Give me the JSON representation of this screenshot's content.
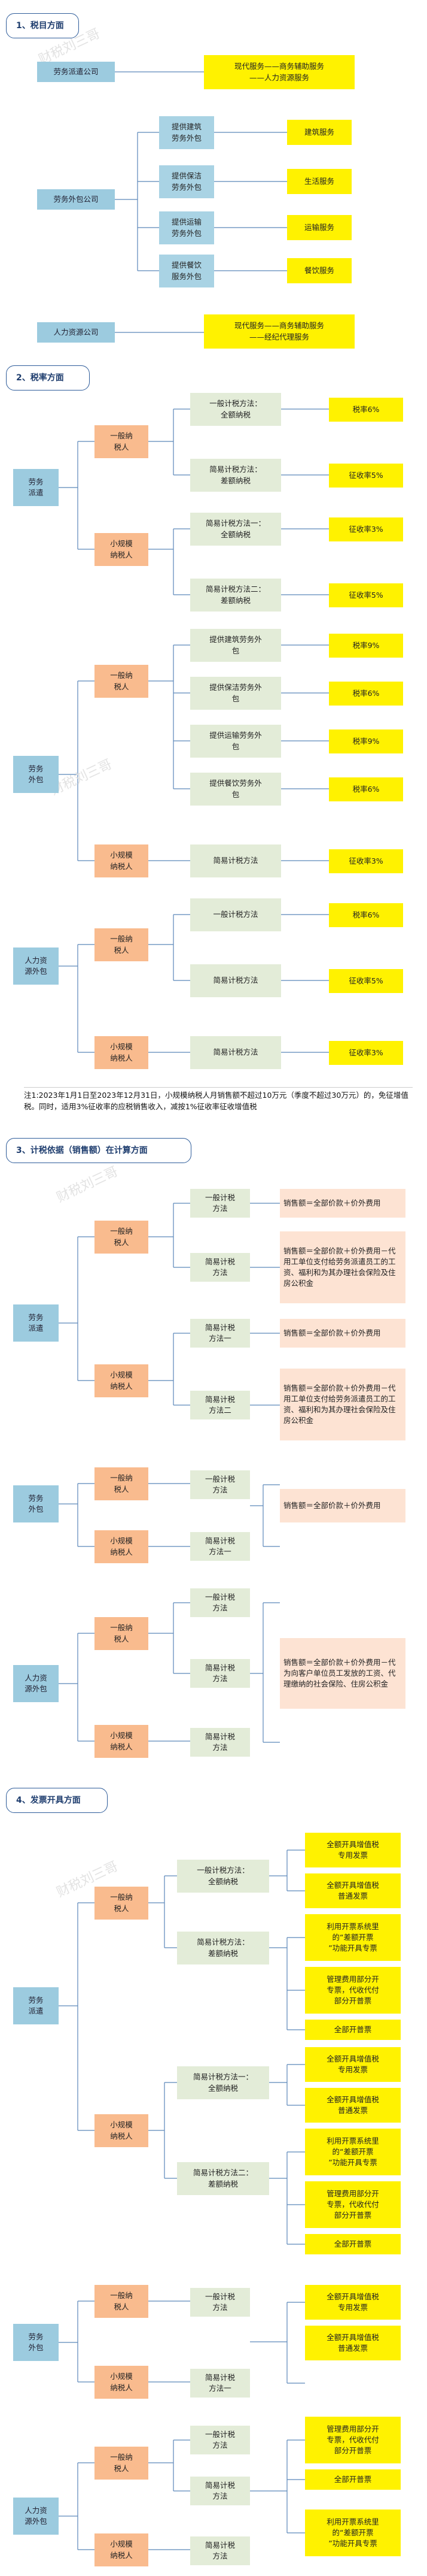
{
  "sections": {
    "s1": "1、税目方面",
    "s2": "2、税率方面",
    "s3": "3、计税依据（销售额）在计算方面",
    "s4": "4、发票开具方面"
  },
  "s1": {
    "a": "劳务派遣公司",
    "a1": "现代服务——商务辅助服务\n——人力资源服务",
    "b": "劳务外包公司",
    "b_items": [
      "提供建筑\n劳务外包",
      "提供保洁\n劳务外包",
      "提供运输\n劳务外包",
      "提供餐饮\n服务外包"
    ],
    "b_results": [
      "建筑服务",
      "生活服务",
      "运输服务",
      "餐饮服务"
    ],
    "c": "人力资源公司",
    "c1": "现代服务——商务辅助服务\n——经纪代理服务"
  },
  "s2": {
    "pq": "劳务\n派遣",
    "pq_g": "一般纳\n税人",
    "pq_x": "小规模\n纳税人",
    "pq_g1": "一般计税方法：\n全额纳税",
    "pq_g1r": "税率6%",
    "pq_g2": "简易计税方法：\n差额纳税",
    "pq_g2r": "征收率5%",
    "pq_x1": "简易计税方法一：\n全额纳税",
    "pq_x1r": "征收率3%",
    "pq_x2": "简易计税方法二：\n差额纳税",
    "pq_x2r": "征收率5%",
    "wb": "劳务\n外包",
    "wb_g": "一般纳\n税人",
    "wb_x": "小规模\n纳税人",
    "wb_items": [
      "提供建筑劳务外\n包",
      "提供保洁劳务外\n包",
      "提供运输劳务外\n包",
      "提供餐饮劳务外\n包"
    ],
    "wb_rates": [
      "税率9%",
      "税率6%",
      "税率9%",
      "税率6%"
    ],
    "wb_x1": "简易计税方法",
    "wb_x1r": "征收率3%",
    "hr": "人力资\n源外包",
    "hr_g": "一般纳\n税人",
    "hr_x": "小规模\n纳税人",
    "hr_g1": "一般计税方法",
    "hr_g1r": "税率6%",
    "hr_g2": "简易计税方法",
    "hr_g2r": "征收率5%",
    "hr_x1": "简易计税方法",
    "hr_x1r": "征收率3%",
    "note": "注1:2023年1月1日至2023年12月31日，小规模纳税人月销售额不超过10万元（季度不超过30万元）的，免征增值税。同时，适用3%征收率的应税销售收入，减按1%征收率征收增值税"
  },
  "s3": {
    "pq": "劳务\n派遣",
    "pq_g": "一般纳\n税人",
    "pq_x": "小规模\n纳税人",
    "pq_g1": "一般计税\n方法",
    "pq_g1r": "销售额＝全部价款＋价外费用",
    "pq_g2": "简易计税\n方法",
    "pq_g2r": "销售额＝全部价款＋价外费用－代用工单位支付给劳务派遣员工的工资、福利和为其办理社会保险及住房公积金",
    "pq_x1": "简易计税\n方法一",
    "pq_x1r": "销售额＝全部价款＋价外费用",
    "pq_x2": "简易计税\n方法二",
    "pq_x2r": "销售额＝全部价款＋价外费用－代用工单位支付给劳务派遣员工的工资、福利和为其办理社会保险及住房公积金",
    "wb": "劳务\n外包",
    "wb_g": "一般纳\n税人",
    "wb_x": "小规模\n纳税人",
    "wb_g1": "一般计税\n方法",
    "wb_x1": "简易计税\n方法一",
    "wb_r": "销售额＝全部价款＋价外费用",
    "hr": "人力资\n源外包",
    "hr_g": "一般纳\n税人",
    "hr_x": "小规模\n纳税人",
    "hr_g1": "一般计税\n方法",
    "hr_g2": "简易计税\n方法",
    "hr_x1": "简易计税\n方法",
    "hr_r": "销售额＝全部价款＋价外费用－代为向客户单位员工发放的工资、代理缴纳的社会保险、住房公积金"
  },
  "s4": {
    "pq": "劳务\n派遣",
    "pq_g": "一般纳\n税人",
    "pq_x": "小规模\n纳税人",
    "pq_g1": "一般计税方法：\n全额纳税",
    "pq_g1r": [
      "全额开具增值税\n专用发票",
      "全额开具增值税\n普通发票"
    ],
    "pq_g2": "简易计税方法：\n差额纳税",
    "pq_g2r": [
      "利用开票系统里\n的“差额开票\n”功能开具专票",
      "管理费用部分开\n专票，代收代付\n部分开普票",
      "全部开普票"
    ],
    "pq_x1": "简易计税方法一：\n全额纳税",
    "pq_x1r": [
      "全额开具增值税\n专用发票",
      "全额开具增值税\n普通发票"
    ],
    "pq_x2": "简易计税方法二：\n差额纳税",
    "pq_x2r": [
      "利用开票系统里\n的“差额开票\n”功能开具专票",
      "管理费用部分开\n专票，代收代付\n部分开普票",
      "全部开普票"
    ],
    "wb": "劳务\n外包",
    "wb_g": "一般纳\n税人",
    "wb_x": "小规模\n纳税人",
    "wb_g1": "一般计税\n方法",
    "wb_x1": "简易计税\n方法一",
    "wb_r": [
      "全额开具增值税\n专用发票",
      "全额开具增值税\n普通发票"
    ],
    "hr": "人力资\n源外包",
    "hr_g": "一般纳\n税人",
    "hr_x": "小规模\n纳税人",
    "hr_g1": "一般计税\n方法",
    "hr_g2": "简易计税\n方法",
    "hr_x1": "简易计税\n方法",
    "hr_r": [
      "管理费用部分开\n专票，代收代付\n部分开普票",
      "全部开普票",
      "利用开票系统里\n的“差额开票\n”功能开具专票"
    ]
  },
  "watermark": "财税刘三哥"
}
